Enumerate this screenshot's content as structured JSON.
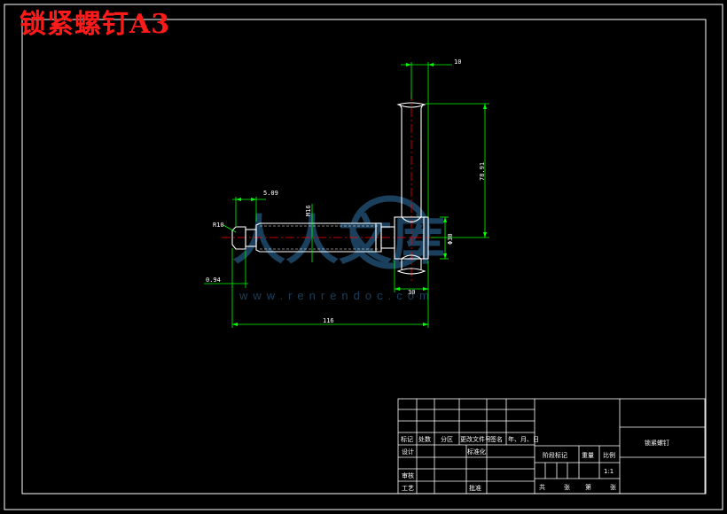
{
  "drawing": {
    "title_stamp": "锁紧螺钉A3",
    "watermark_text": "人人文库",
    "watermark_url": "www.renrendoc.com"
  },
  "dimensions": {
    "d_10": "10",
    "d_5_09": "5.09",
    "d_m16": "M16",
    "d_r10": "R10",
    "d_78_91": "78.91",
    "d_phi30": "Φ30",
    "d_0_94": "0.94",
    "d_30": "30",
    "d_116": "116"
  },
  "title_block": {
    "part_name": "锁紧螺钉",
    "marking": "标记",
    "count": "处数",
    "zone": "分区",
    "change_doc": "更改文件号",
    "signature": "签名",
    "date": "年、月、日",
    "design": "设计",
    "standardize": "标准化",
    "review": "审核",
    "process": "工艺",
    "approve": "批准",
    "stage_mark": "阶段标记",
    "weight": "重量",
    "scale": "比例",
    "scale_value": "1:1",
    "total": "共",
    "sheets": "张",
    "page": "第",
    "sheet": "张"
  },
  "colors": {
    "line": "#ffffff",
    "dim": "#00ff00",
    "center": "#ff0000",
    "stamp": "#ff1a1a",
    "watermark": "#1f4c6e"
  }
}
